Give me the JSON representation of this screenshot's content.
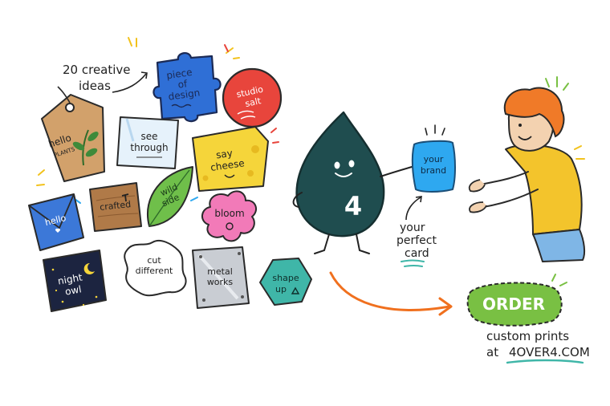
{
  "header": {
    "ideas_line1": "20 creative",
    "ideas_line2": "ideas"
  },
  "cards": {
    "tag": {
      "line1": "hello",
      "line2": "PLANTS"
    },
    "puzzle": {
      "line1": "piece",
      "line2": "of",
      "line3": "design"
    },
    "studio": {
      "line1": "studio",
      "line2": "salt"
    },
    "see_through": {
      "line1": "see",
      "line2": "through"
    },
    "cheese": {
      "line1": "say",
      "line2": "cheese"
    },
    "envelope": {
      "line1": "hello"
    },
    "crafted": {
      "line1": "crafted"
    },
    "leaf": {
      "line1": "wild",
      "line2": "side"
    },
    "bloom": {
      "line1": "bloom"
    },
    "night": {
      "line1": "night",
      "line2": "owl"
    },
    "cut": {
      "line1": "cut",
      "line2": "different"
    },
    "metal": {
      "line1": "metal",
      "line2": "works"
    },
    "shape": {
      "line1": "shape",
      "line2": "up"
    }
  },
  "mascot": {
    "number": "4",
    "held_card_line1": "your",
    "held_card_line2": "brand"
  },
  "caption": {
    "line1": "your",
    "line2": "perfect",
    "line3": "card"
  },
  "cta": {
    "order_label": "ORDER",
    "line1": "custom prints",
    "line2_prefix": "at",
    "line2_site": "4OVER4.COM"
  },
  "colors": {
    "puzzle_blue": "#2f6fd6",
    "studio_red": "#e8453c",
    "cheese_yellow": "#f5d53a",
    "leaf_green": "#6fbf4a",
    "bloom_pink": "#f27ab8",
    "night_navy": "#1c2440",
    "teal_hex": "#3fb6a8",
    "mascot_teal": "#1f4d4f",
    "brand_card_blue": "#2ea8f0",
    "order_green": "#79c043",
    "arrow_orange": "#f0701e",
    "person_shirt": "#f3c42c",
    "person_hair": "#f07a28"
  }
}
